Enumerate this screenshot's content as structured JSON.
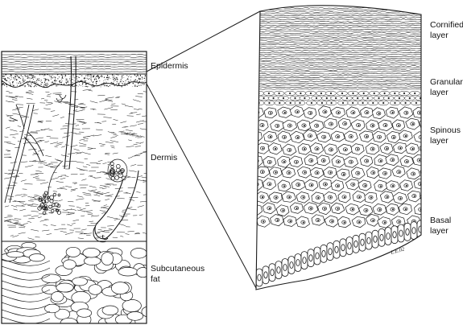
{
  "left_panel": {
    "labels": {
      "epidermis": "Epidermis",
      "dermis": "Dermis",
      "subcutaneous_fat": "Subcutaneous\nfat"
    }
  },
  "right_panel": {
    "labels": {
      "cornified": "Cornified\nlayer",
      "granular": "Granular\nlayer",
      "spinous": "Spinous\nlayer",
      "basal": "Basal\nlayer"
    },
    "signature": "L.E.02"
  },
  "colors": {
    "ink": "#1a1a1a",
    "background": "#ffffff"
  }
}
